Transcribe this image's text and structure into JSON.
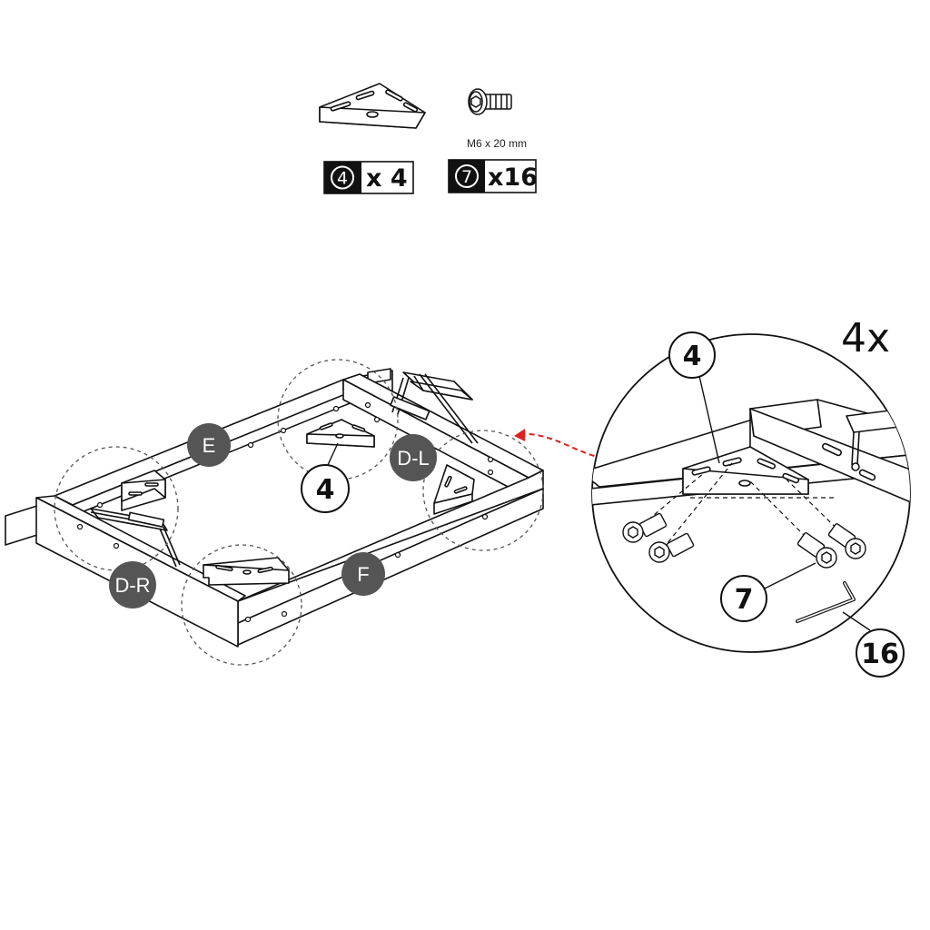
{
  "parts": [
    {
      "number": "4",
      "qty_text": "x 4",
      "icon": "corner-bracket-icon"
    },
    {
      "number": "7",
      "qty_text": "x16",
      "spec": "M6 x 20 mm",
      "icon": "hex-bolt-icon"
    }
  ],
  "frame_labels": {
    "E": "E",
    "F": "F",
    "DL": "D-L",
    "DR": "D-R"
  },
  "callouts": {
    "bracket_main": "4",
    "detail_bracket": "4",
    "detail_bolt": "7",
    "detail_key": "16"
  },
  "detail": {
    "multiplier": "4x",
    "arrow_color": "#e02020"
  },
  "colors": {
    "line": "#111111",
    "badge_fill": "#555555",
    "dashed": "#555555"
  }
}
